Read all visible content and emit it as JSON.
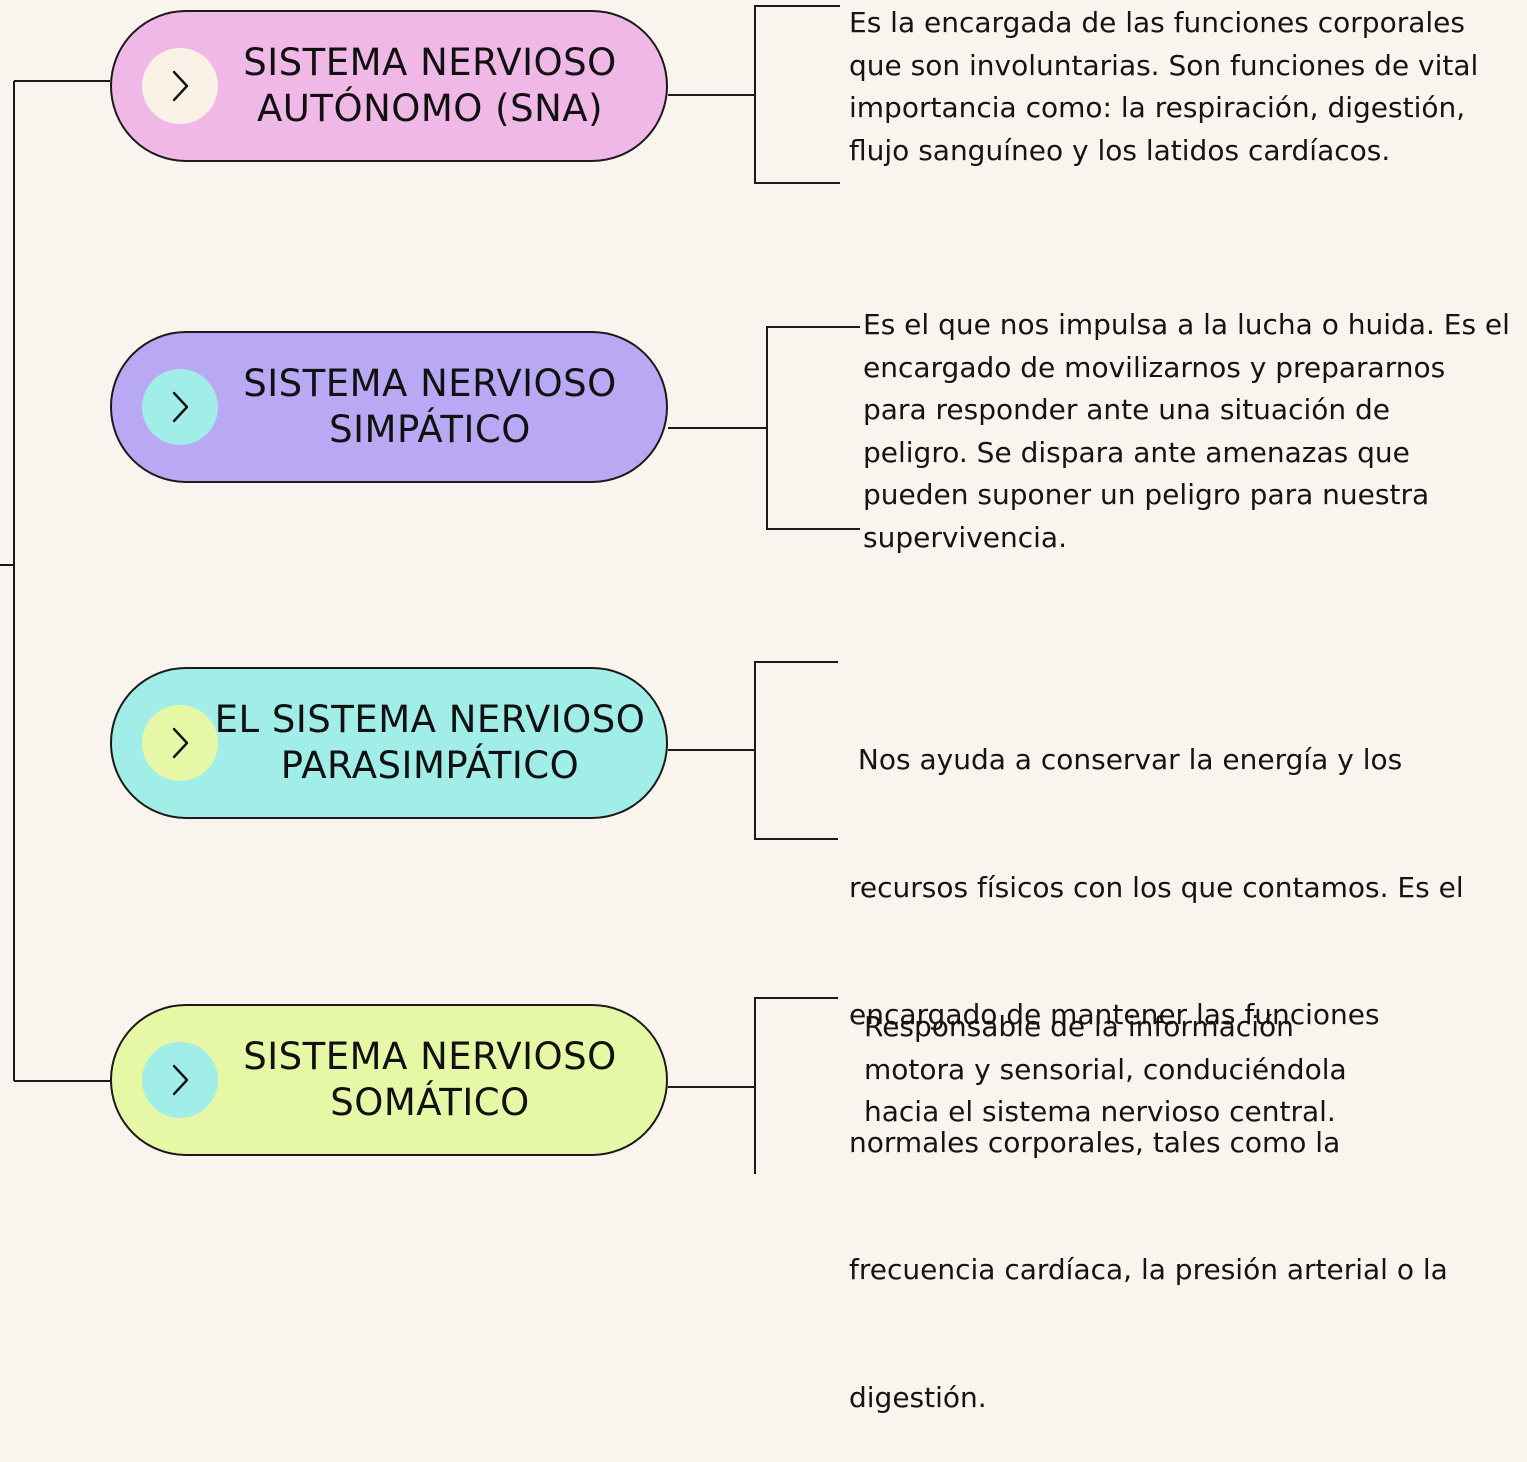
{
  "colors": {
    "background": "#faf4ee",
    "line": "#1a1a1a",
    "pink": "#efb8e6",
    "purple": "#b9a9f5",
    "cyan": "#a1ede7",
    "lime": "#e6f7a6",
    "cream": "#faf1e7"
  },
  "nodes": [
    {
      "title_line1": "SISTEMA NERVIOSO",
      "title_line2": "AUTÓNOMO (SNA)",
      "fill": "#efb8e6",
      "icon_fill": "#faf1e7",
      "icon": "chevron-right-icon",
      "desc_lines": [
        "Es la encargada de las funciones corporales",
        "que son involuntarias. Son funciones de vital",
        "importancia como: la respiración, digestión,",
        "flujo sanguíneo y los latidos cardíacos."
      ]
    },
    {
      "title_line1": "SISTEMA NERVIOSO",
      "title_line2": "SIMPÁTICO",
      "fill": "#b9a9f5",
      "icon_fill": "#a1ede7",
      "icon": "chevron-right-icon",
      "desc_lines": [
        "Es el que nos impulsa a la lucha o huida. Es el",
        "encargado de movilizarnos y prepararnos",
        "para responder ante una situación de",
        "peligro. Se dispara ante amenazas que",
        "pueden suponer un peligro para nuestra",
        "supervivencia."
      ]
    },
    {
      "title_line1": "EL SISTEMA NERVIOSO",
      "title_line2": "PARASIMPÁTICO",
      "fill": "#a1ede7",
      "icon_fill": "#e6f7a6",
      "icon": "chevron-right-icon",
      "desc_lines": [
        " Nos ayuda a conservar la energía y los",
        "recursos físicos con los que contamos. Es el",
        "encargado de mantener las funciones",
        "normales corporales, tales como la",
        "frecuencia cardíaca, la presión arterial o la",
        "digestión."
      ]
    },
    {
      "title_line1": "SISTEMA NERVIOSO",
      "title_line2": "SOMÁTICO",
      "fill": "#e6f7a6",
      "icon_fill": "#a1ede7",
      "icon": "chevron-right-icon",
      "desc_lines": [
        "Responsable de la información",
        "motora y sensorial, conduciéndola",
        "hacia el sistema nervioso central."
      ]
    }
  ]
}
